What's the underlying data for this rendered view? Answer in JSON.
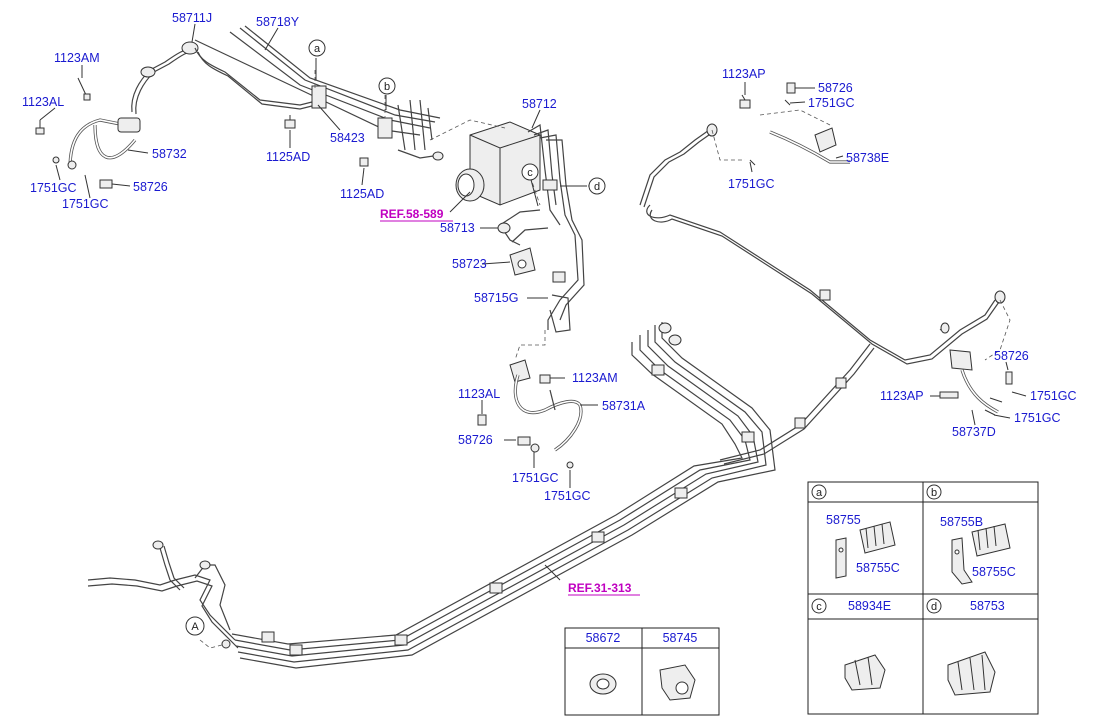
{
  "labels": {
    "l58711J": "58711J",
    "l58718Y": "58718Y",
    "l1123AM_a": "1123AM",
    "l1123AL_a": "1123AL",
    "l58732": "58732",
    "l1751GC_a": "1751GC",
    "l1751GC_b": "1751GC",
    "l58726_a": "58726",
    "l58423": "58423",
    "l1125AD_a": "1125AD",
    "l1125AD_b": "1125AD",
    "l58712": "58712",
    "l58713": "58713",
    "l58723": "58723",
    "l58715G": "58715G",
    "l1123AM_b": "1123AM",
    "l1123AL_b": "1123AL",
    "l58731A": "58731A",
    "l58726_b": "58726",
    "l1751GC_c": "1751GC",
    "l1751GC_d": "1751GC",
    "l1123AP_a": "1123AP",
    "l58726_c": "58726",
    "l1751GC_e": "1751GC",
    "l58738E": "58738E",
    "l1751GC_f": "1751GC",
    "l58726_d": "58726",
    "l1751GC_g": "1751GC",
    "l1123AP_b": "1123AP",
    "l1751GC_h": "1751GC",
    "l58737D": "58737D"
  },
  "refs": {
    "r1": "REF.58-589",
    "r2": "REF.31-313"
  },
  "callouts": {
    "a": "a",
    "b": "b",
    "c": "c",
    "d": "d",
    "A": "A"
  },
  "table_small": {
    "c1": "58672",
    "c2": "58745"
  },
  "table_detail": {
    "a": {
      "key": "a",
      "p1": "58755",
      "p2": "58755C"
    },
    "b": {
      "key": "b",
      "p1": "58755B",
      "p2": "58755C"
    },
    "c": {
      "key": "c",
      "p1": "58934E"
    },
    "d": {
      "key": "d",
      "p1": "58753"
    }
  },
  "colors": {
    "label": "#1a1ad0",
    "ref": "#c000c0"
  }
}
